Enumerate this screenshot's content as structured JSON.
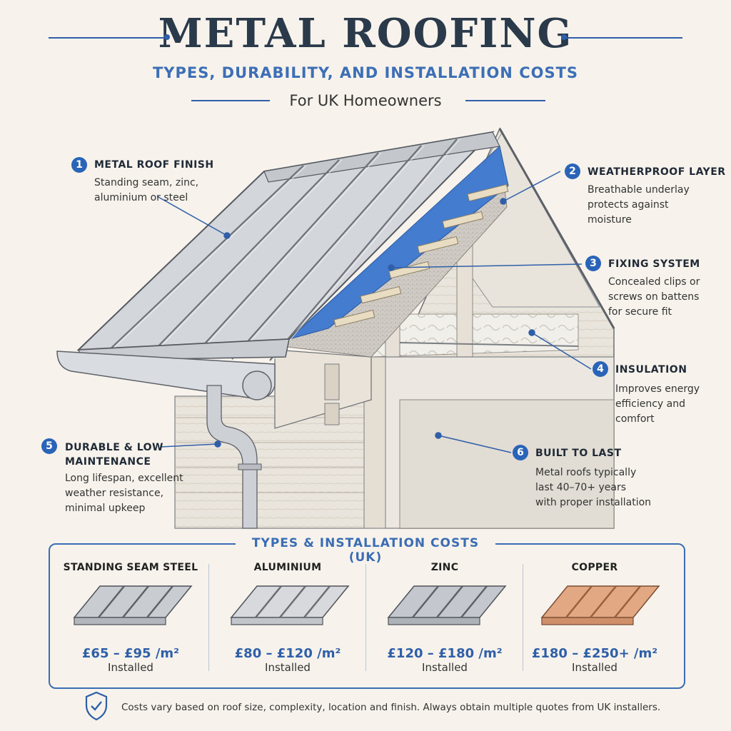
{
  "header": {
    "title": "METAL ROOFING",
    "subtitle": "TYPES, DURABILITY, AND INSTALLATION COSTS",
    "tagline": "For UK Homeowners"
  },
  "callouts": [
    {
      "num": "1",
      "title": "METAL ROOF FINISH",
      "lines": [
        "Standing seam, zinc,",
        "aluminium or steel"
      ]
    },
    {
      "num": "2",
      "title": "WEATHERPROOF LAYER",
      "lines": [
        "Breathable underlay",
        "protects against",
        "moisture"
      ]
    },
    {
      "num": "3",
      "title": "FIXING SYSTEM",
      "lines": [
        "Concealed clips or",
        "screws on battens",
        "for secure fit"
      ]
    },
    {
      "num": "4",
      "title": "INSULATION",
      "lines": [
        "Improves energy",
        "efficiency and",
        "comfort"
      ]
    },
    {
      "num": "5",
      "title_lines": [
        "DURABLE & LOW",
        "MAINTENANCE"
      ],
      "lines": [
        "Long lifespan, excellent",
        "weather resistance,",
        "minimal upkeep"
      ]
    },
    {
      "num": "6",
      "title": "BUILT TO LAST",
      "lines": [
        "Metal roofs typically",
        "last 40–70+ years",
        "with proper installation"
      ]
    }
  ],
  "costs": {
    "title": "TYPES & INSTALLATION COSTS (UK)",
    "types": [
      {
        "name": "STANDING SEAM STEEL",
        "price": "£65 – £95 /m²",
        "note": "Installed",
        "color": "#c9ccd1"
      },
      {
        "name": "ALUMINIUM",
        "price": "£80 – £120 /m²",
        "note": "Installed",
        "color": "#d7d9dc"
      },
      {
        "name": "ZINC",
        "price": "£120 – £180 /m²",
        "note": "Installed",
        "color": "#c4c8ce"
      },
      {
        "name": "COPPER",
        "price": "£180 – £250+ /m²",
        "note": "Installed",
        "color": "#e2a884"
      }
    ]
  },
  "footnote": "Costs vary based on roof size, complexity, location and finish. Always obtain multiple quotes from UK installers.",
  "icons": {
    "footnote_icon": "shield-check-icon"
  },
  "colors": {
    "accent": "#2f5fa8",
    "membrane": "#3d78d0",
    "background": "#f7f3ec"
  }
}
